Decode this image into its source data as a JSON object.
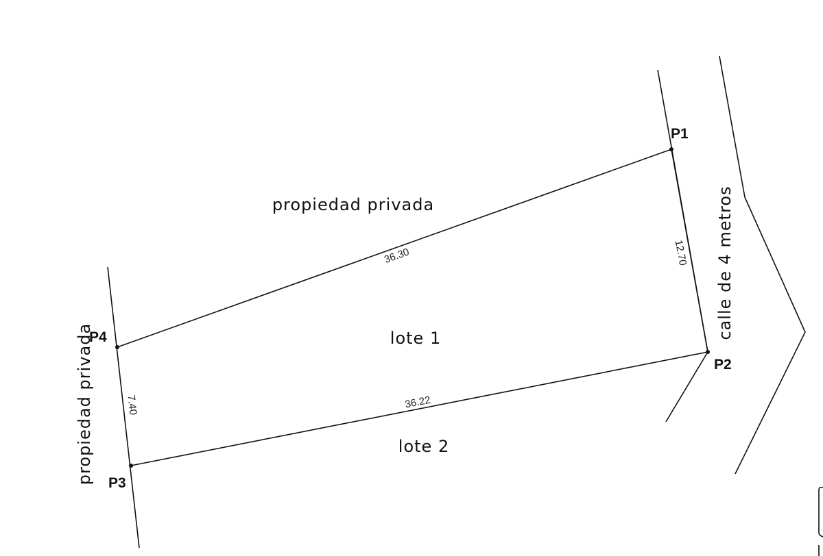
{
  "points": {
    "p1": "P1",
    "p2": "P2",
    "p3": "P3",
    "p4": "P4"
  },
  "dimensions": {
    "p4_p1": "36.30",
    "p1_p2": "12.70",
    "p3_p2": "36.22",
    "p4_p3": "7.40"
  },
  "areas": {
    "north": "propiedad privada",
    "west": "propiedad privada",
    "street": "calle de 4 metros",
    "lot1": "lote 1",
    "lot2": "lote 2"
  },
  "colors": {
    "ink": "#111111",
    "background": "#ffffff"
  }
}
